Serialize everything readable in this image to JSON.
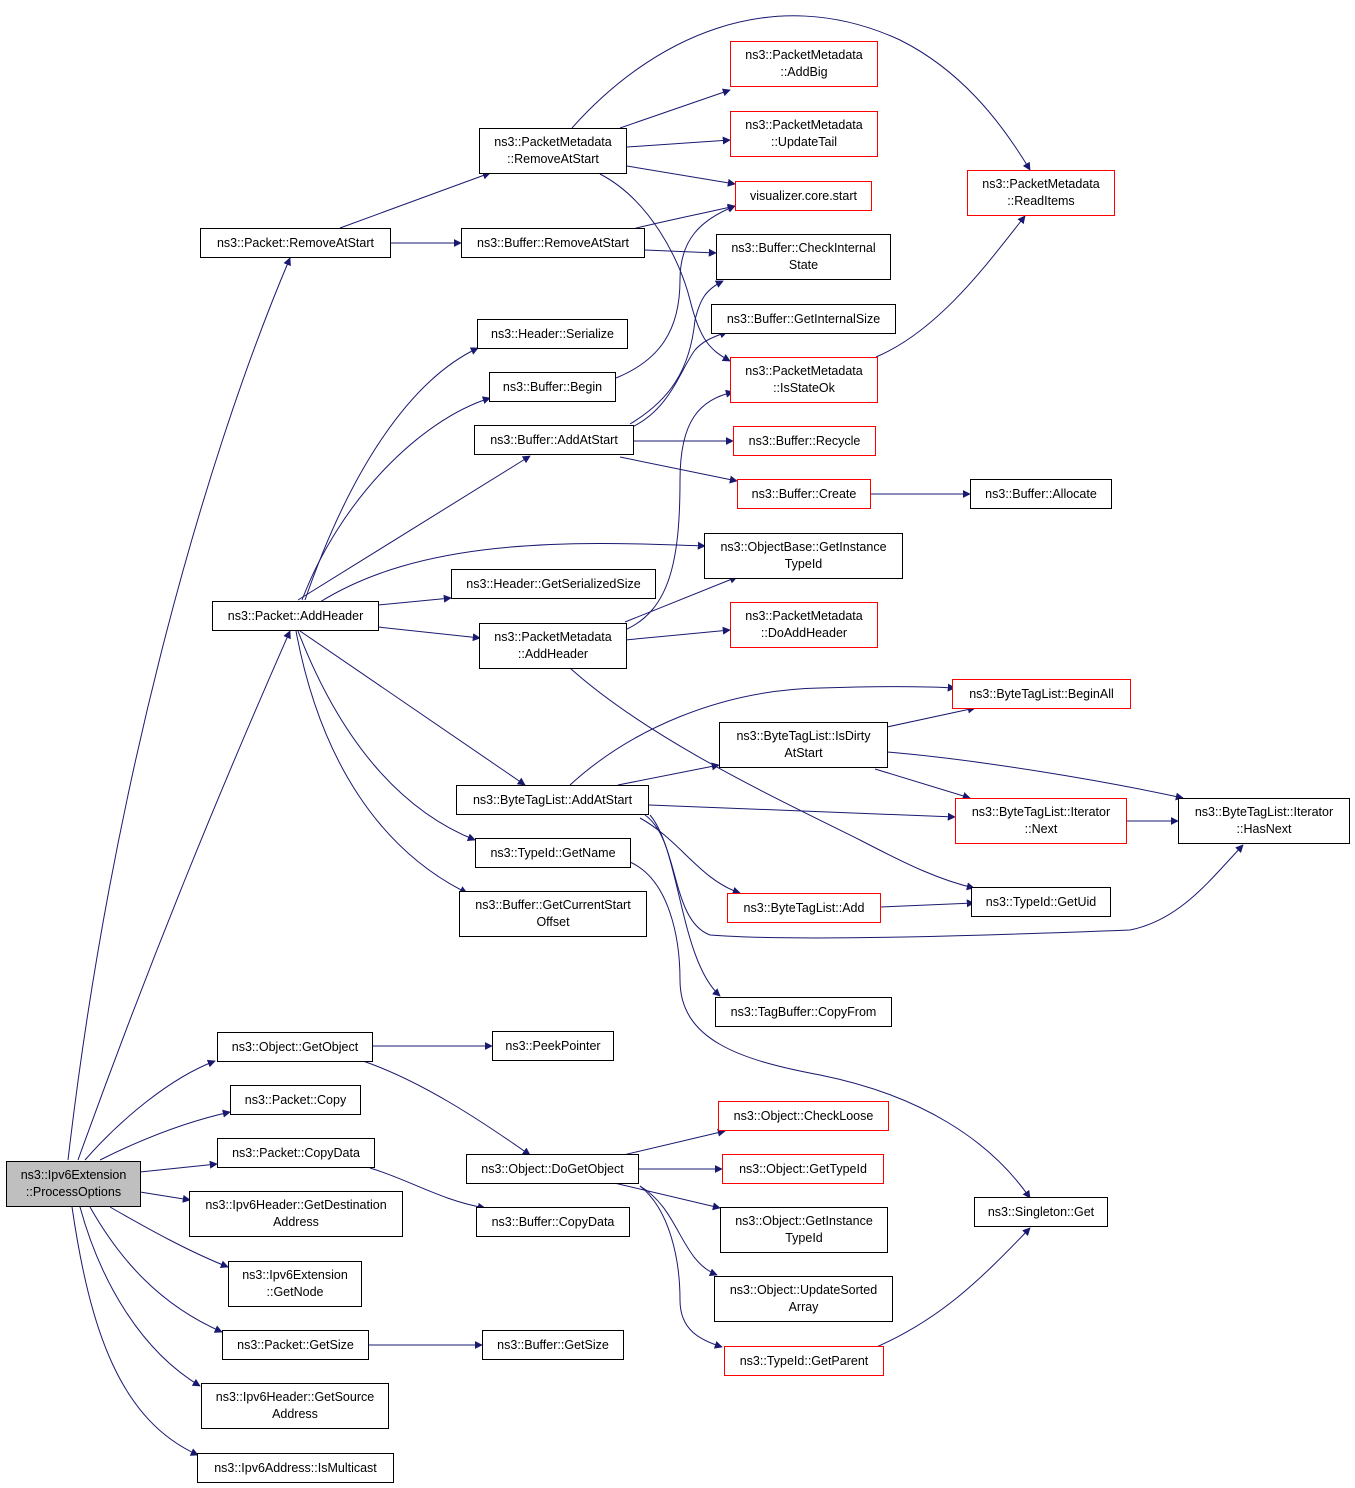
{
  "diagram": {
    "colors": {
      "edge": "#191970",
      "node_border": "#000000",
      "truncated_border": "#ff0000",
      "root_fill": "#bfbfbf"
    },
    "nodes": {
      "processOptions": {
        "line1": "ns3::Ipv6Extension",
        "line2": "::ProcessOptions"
      },
      "packetRemoveAtStart": {
        "line1": "ns3::Packet::RemoveAtStart"
      },
      "pmRemoveAtStart": {
        "line1": "ns3::PacketMetadata",
        "line2": "::RemoveAtStart"
      },
      "pmAddBig": {
        "line1": "ns3::PacketMetadata",
        "line2": "::AddBig"
      },
      "pmUpdateTail": {
        "line1": "ns3::PacketMetadata",
        "line2": "::UpdateTail"
      },
      "visualizerStart": {
        "line1": "visualizer.core.start"
      },
      "pmReadItems": {
        "line1": "ns3::PacketMetadata",
        "line2": "::ReadItems"
      },
      "bufRemoveAtStart": {
        "line1": "ns3::Buffer::RemoveAtStart"
      },
      "bufCheckInternalState": {
        "line1": "ns3::Buffer::CheckInternal",
        "line2": "State"
      },
      "headerSerialize": {
        "line1": "ns3::Header::Serialize"
      },
      "bufGetInternalSize": {
        "line1": "ns3::Buffer::GetInternalSize"
      },
      "bufBegin": {
        "line1": "ns3::Buffer::Begin"
      },
      "pmIsStateOk": {
        "line1": "ns3::PacketMetadata",
        "line2": "::IsStateOk"
      },
      "bufAddAtStart": {
        "line1": "ns3::Buffer::AddAtStart"
      },
      "bufRecycle": {
        "line1": "ns3::Buffer::Recycle"
      },
      "bufCreate": {
        "line1": "ns3::Buffer::Create"
      },
      "bufAllocate": {
        "line1": "ns3::Buffer::Allocate"
      },
      "objBaseGetInstanceTypeId": {
        "line1": "ns3::ObjectBase::GetInstance",
        "line2": "TypeId"
      },
      "headerGetSerializedSize": {
        "line1": "ns3::Header::GetSerializedSize"
      },
      "packetAddHeader": {
        "line1": "ns3::Packet::AddHeader"
      },
      "pmAddHeader": {
        "line1": "ns3::PacketMetadata",
        "line2": "::AddHeader"
      },
      "pmDoAddHeader": {
        "line1": "ns3::PacketMetadata",
        "line2": "::DoAddHeader"
      },
      "btlBeginAll": {
        "line1": "ns3::ByteTagList::BeginAll"
      },
      "btlIsDirtyAtStart": {
        "line1": "ns3::ByteTagList::IsDirty",
        "line2": "AtStart"
      },
      "btlAddAtStart": {
        "line1": "ns3::ByteTagList::AddAtStart"
      },
      "btlIteratorNext": {
        "line1": "ns3::ByteTagList::Iterator",
        "line2": "::Next"
      },
      "btlIteratorHasNext": {
        "line1": "ns3::ByteTagList::Iterator",
        "line2": "::HasNext"
      },
      "typeIdGetName": {
        "line1": "ns3::TypeId::GetName"
      },
      "btlAdd": {
        "line1": "ns3::ByteTagList::Add"
      },
      "typeIdGetUid": {
        "line1": "ns3::TypeId::GetUid"
      },
      "bufGetCurrentStartOffset": {
        "line1": "ns3::Buffer::GetCurrentStart",
        "line2": "Offset"
      },
      "tagBufferCopyFrom": {
        "line1": "ns3::TagBuffer::CopyFrom"
      },
      "objGetObject": {
        "line1": "ns3::Object::GetObject"
      },
      "peekPointer": {
        "line1": "ns3::PeekPointer"
      },
      "packetCopy": {
        "line1": "ns3::Packet::Copy"
      },
      "objCheckLoose": {
        "line1": "ns3::Object::CheckLoose"
      },
      "packetCopyData": {
        "line1": "ns3::Packet::CopyData"
      },
      "objDoGetObject": {
        "line1": "ns3::Object::DoGetObject"
      },
      "objGetTypeId": {
        "line1": "ns3::Object::GetTypeId"
      },
      "ipv6HdrGetDestAddress": {
        "line1": "ns3::Ipv6Header::GetDestination",
        "line2": "Address"
      },
      "bufCopyData": {
        "line1": "ns3::Buffer::CopyData"
      },
      "objGetInstanceTypeId": {
        "line1": "ns3::Object::GetInstance",
        "line2": "TypeId"
      },
      "singletonGet": {
        "line1": "ns3::Singleton::Get"
      },
      "ipv6ExtGetNode": {
        "line1": "ns3::Ipv6Extension",
        "line2": "::GetNode"
      },
      "objUpdateSortedArray": {
        "line1": "ns3::Object::UpdateSorted",
        "line2": "Array"
      },
      "packetGetSize": {
        "line1": "ns3::Packet::GetSize"
      },
      "bufGetSize": {
        "line1": "ns3::Buffer::GetSize"
      },
      "typeIdGetParent": {
        "line1": "ns3::TypeId::GetParent"
      },
      "ipv6HdrGetSourceAddress": {
        "line1": "ns3::Ipv6Header::GetSource",
        "line2": "Address"
      },
      "ipv6AddrIsMulticast": {
        "line1": "ns3::Ipv6Address::IsMulticast"
      }
    }
  }
}
